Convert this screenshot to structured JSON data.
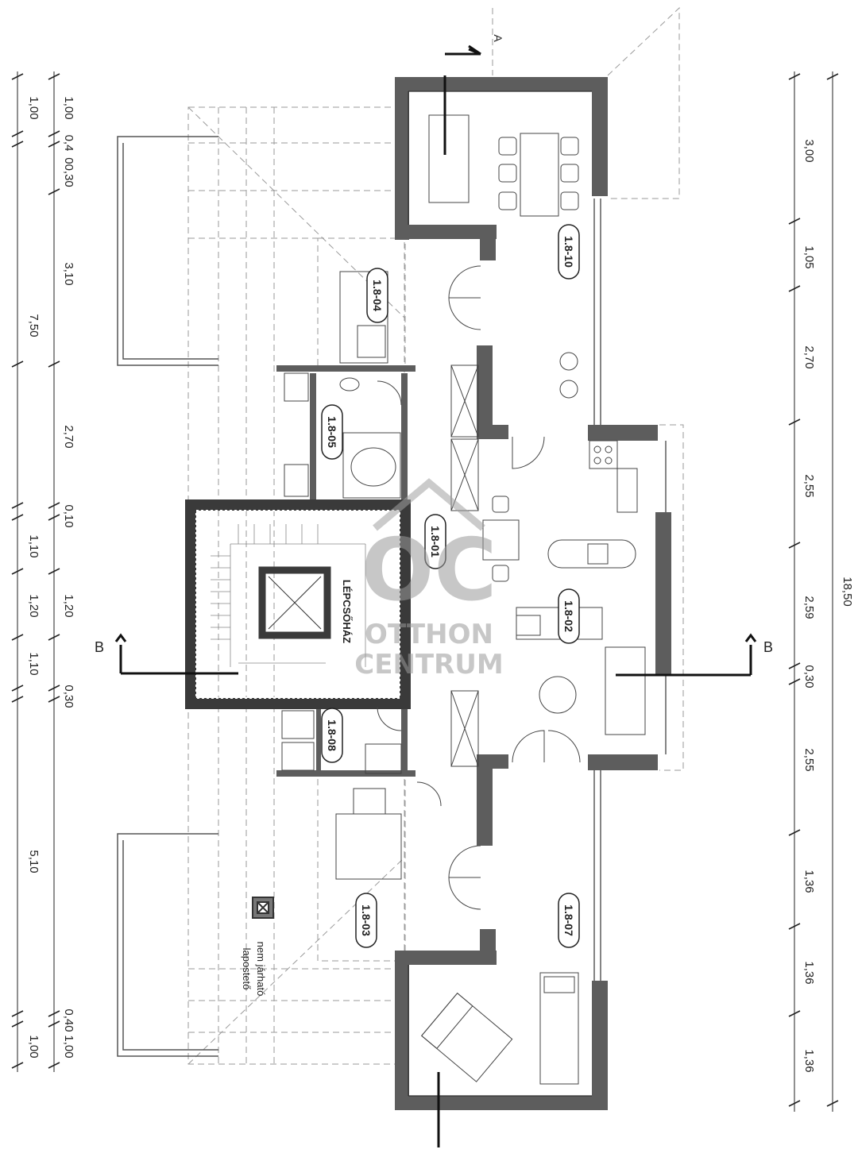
{
  "section_marks": {
    "a": "A",
    "b_left": "B",
    "b_right": "B"
  },
  "rooms": {
    "r1810": "1.8-10",
    "r1804": "1.8-04",
    "r1805": "1.8-05",
    "r1801": "1.8-01",
    "r1802": "1.8-02",
    "r1808": "1.8-08",
    "r1803": "1.8-03",
    "r1807": "1.8-07",
    "stair": "LÉPCSŐHÁZ"
  },
  "roof_note": {
    "line1": "nem járható",
    "line2": "lapostető"
  },
  "left_dims_outer": {
    "d1": "1,00",
    "d2": "7,50",
    "d3": "1,10",
    "d4": "1,20",
    "d5": "1,10",
    "d6": "5,10",
    "d7": "1,00"
  },
  "left_dims_inner": {
    "d1": "1,00",
    "d2": "0,4",
    "d3": "00,30",
    "d4": "3,10",
    "d5": "2,70",
    "d6": "0,10",
    "d7": "1,20",
    "d8": "0,30",
    "d9": "0,40",
    "d10": "1,00"
  },
  "right_dims_inner": {
    "d1": "3,00",
    "d2": "1,05",
    "d3": "2,70",
    "d4": "2,55",
    "d5": "2,59",
    "d6": "0,30",
    "d7": "2,55",
    "d8": "1,36",
    "d9": "1,36",
    "d10": "1,36"
  },
  "right_dims_outer": {
    "total": "18,50"
  },
  "watermark": {
    "logo": "OC",
    "line1": "OTTHON",
    "line2": "CENTRUM"
  },
  "colors": {
    "wall": "#5d5d5d",
    "line": "#2a2a2a",
    "dashed": "#9a9a9a",
    "stair_wall": "#3a3a3a"
  }
}
